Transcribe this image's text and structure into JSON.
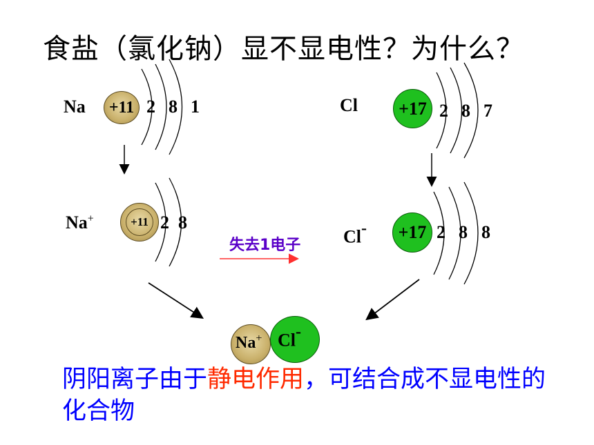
{
  "title": "食盐（氯化钠）显不显电性？为什么？",
  "na_atom": {
    "symbol": "Na",
    "nucleus": "+11",
    "shells": [
      "2",
      "8",
      "1"
    ]
  },
  "cl_atom": {
    "symbol": "Cl",
    "nucleus": "+17",
    "shells": [
      "2",
      "8",
      "7"
    ]
  },
  "na_ion": {
    "symbol": "Na",
    "charge": "+",
    "nucleus": "+11",
    "shells": [
      "2",
      "8"
    ]
  },
  "cl_ion": {
    "symbol": "Cl",
    "charge": "-",
    "nucleus": "+17",
    "shells": [
      "2",
      "8",
      "8"
    ]
  },
  "transfer_label": "失去1电子",
  "compound": {
    "na": "Na",
    "na_charge": "+",
    "cl": "Cl",
    "cl_charge": "-"
  },
  "conclusion": {
    "part1": "阴阳离子由于",
    "highlight": "静电作用",
    "part2": "，可结合成不显电性的化合物"
  },
  "colors": {
    "na_nucleus": "#c9b06a",
    "cl_nucleus": "#1fc01f",
    "highlight": "#ff2a00",
    "text_blue": "#0000ff",
    "arrow_red": "#ff3030"
  }
}
